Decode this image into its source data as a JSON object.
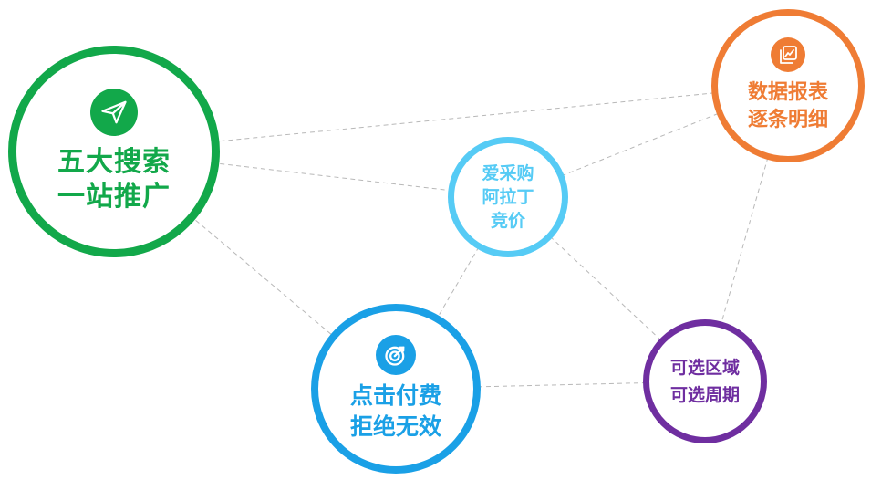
{
  "nodes": {
    "search": {
      "lines": [
        "五大搜索",
        "一站推广"
      ],
      "color": "#12a84a",
      "icon": "paper-plane-icon"
    },
    "report": {
      "lines": [
        "数据报表",
        "逐条明细"
      ],
      "color": "#ef7c34",
      "icon": "chart-report-icon"
    },
    "bid": {
      "lines": [
        "爱采购",
        "阿拉丁",
        "竞价"
      ],
      "color": "#56cbf5"
    },
    "pay": {
      "lines": [
        "点击付费",
        "拒绝无效"
      ],
      "color": "#1aa0e6",
      "icon": "target-icon"
    },
    "region": {
      "lines": [
        "可选区域",
        "可选周期"
      ],
      "color": "#6f2ea0"
    }
  },
  "connections": [
    [
      "search",
      "report"
    ],
    [
      "search",
      "bid"
    ],
    [
      "search",
      "pay"
    ],
    [
      "bid",
      "report"
    ],
    [
      "bid",
      "pay"
    ],
    [
      "bid",
      "region"
    ],
    [
      "report",
      "region"
    ],
    [
      "pay",
      "region"
    ]
  ],
  "link_color": "#b8b8b8"
}
